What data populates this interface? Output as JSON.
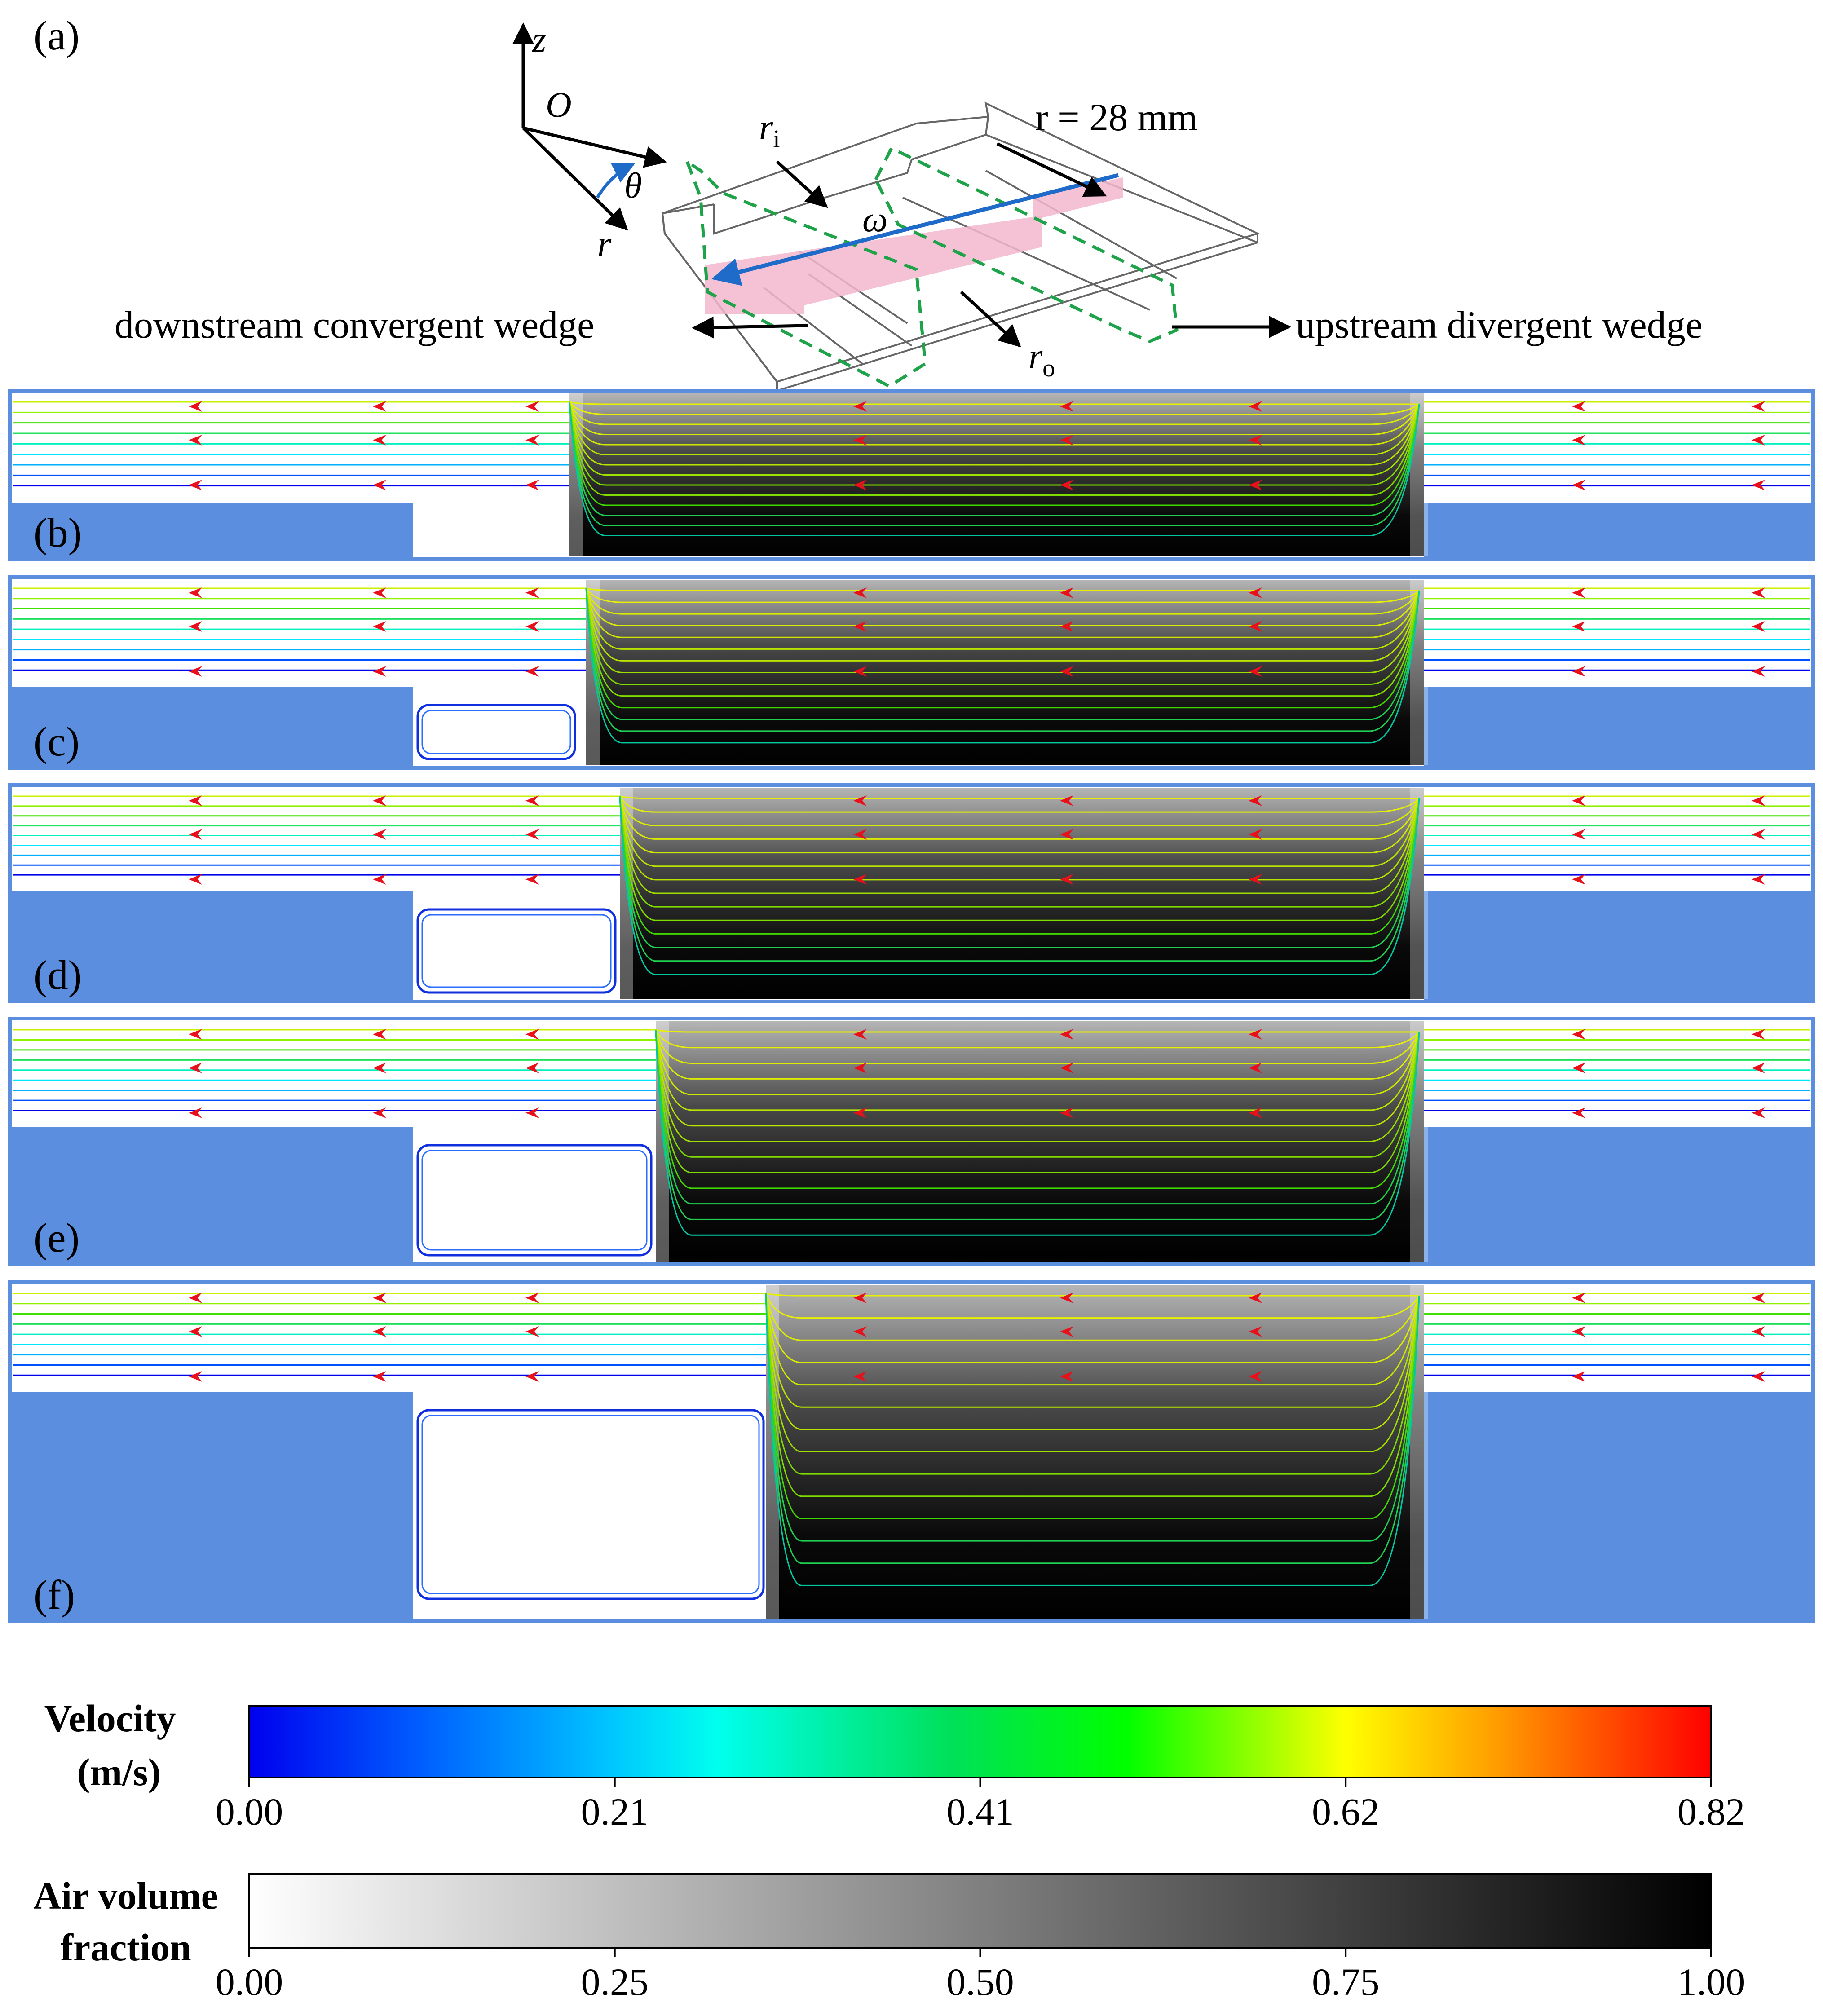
{
  "schematic": {
    "panel_label": "(a)",
    "axis_z": "z",
    "origin": "O",
    "angle": "θ",
    "axis_r": "r",
    "r_inner": "r",
    "r_inner_sub": "i",
    "r_outer": "r",
    "r_outer_sub": "o",
    "omega": "ω",
    "radius_label": "r = 28 mm",
    "downstream_label": "downstream convergent wedge",
    "upstream_label": "upstream divergent wedge"
  },
  "panels": [
    {
      "label": "(b)"
    },
    {
      "label": "(c)"
    },
    {
      "label": "(d)"
    },
    {
      "label": "(e)"
    },
    {
      "label": "(f)"
    }
  ],
  "colors": {
    "solid_wall": "#5b8ede",
    "arrow": "#e8101a",
    "frame": "#5b8ede"
  },
  "velocity_legend": {
    "title_line1": "Velocity",
    "title_line2": "(m/s)",
    "ticks": [
      "0.00",
      "0.21",
      "0.41",
      "0.62",
      "0.82"
    ],
    "range": [
      0.0,
      0.82
    ]
  },
  "air_legend": {
    "title_line1": "Air volume",
    "title_line2": "fraction",
    "ticks": [
      "0.00",
      "0.25",
      "0.50",
      "0.75",
      "1.00"
    ],
    "range": [
      0.0,
      1.0
    ]
  }
}
